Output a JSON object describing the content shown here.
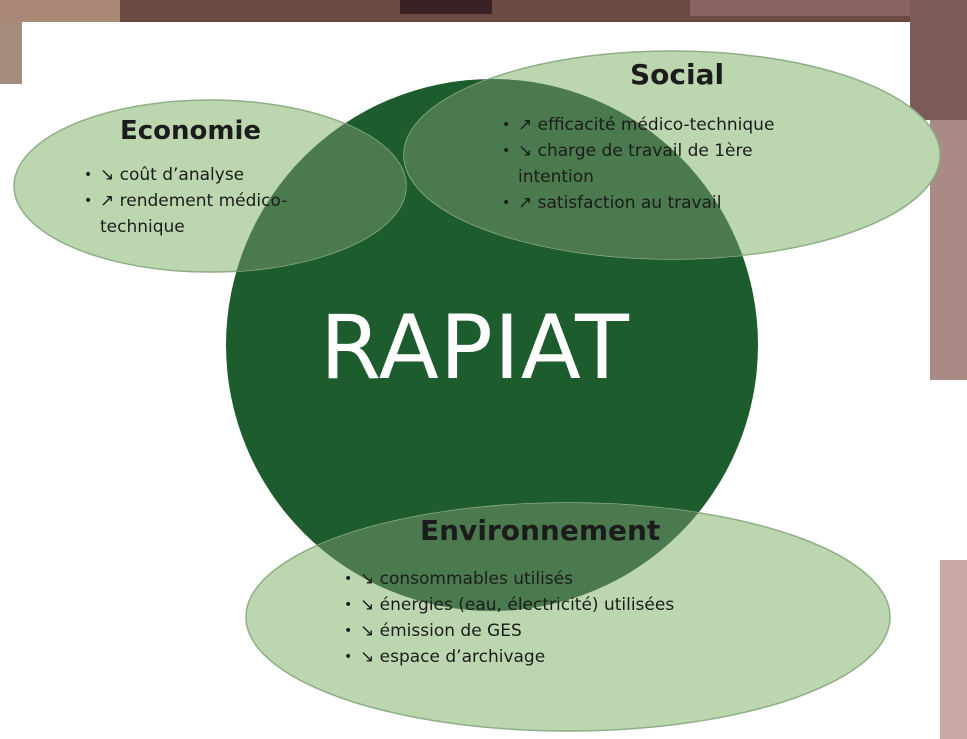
{
  "center": {
    "label": "RAPIAT"
  },
  "colors": {
    "center_fill": "#1d5c2d",
    "petal_fill": "#bcd7b0",
    "petal_stroke": "#8fae86",
    "overlap_fill": "#4a7a4d",
    "text": "#1c1c1c"
  },
  "petals": {
    "economie": {
      "title": "Economie",
      "items": [
        "↘ coût d’analyse",
        "↗ rendement médico-technique"
      ]
    },
    "social": {
      "title": "Social",
      "items": [
        "↗ efficacité médico-technique",
        "↘ charge de travail de 1ère intention",
        "↗ satisfaction au travail"
      ]
    },
    "environnement": {
      "title": "Environnement",
      "items": [
        "↘ consommables utilisés",
        "↘ énergies (eau, électricité) utilisées",
        "↘ émission de GES",
        "↘ espace d’archivage"
      ]
    }
  }
}
